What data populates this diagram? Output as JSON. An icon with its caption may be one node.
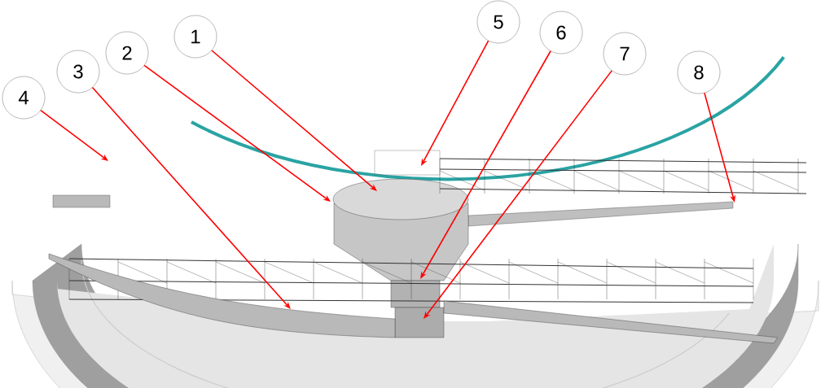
{
  "diagram": {
    "nodes": [
      {
        "text": [
          "1"
        ]
      },
      {
        "text": [
          "2"
        ]
      },
      {
        "text": [
          "3"
        ]
      },
      {
        "text": [
          "4"
        ]
      },
      {
        "text": [
          "5"
        ]
      },
      {
        "text": [
          "6"
        ]
      },
      {
        "text": [
          "7"
        ]
      },
      {
        "text": [
          "8"
        ]
      }
    ],
    "edges": [
      {
        "from": 0,
        "to": null,
        "arrow": "to",
        "color": "#ff0000"
      },
      {
        "from": 1,
        "to": null,
        "arrow": "to",
        "color": "#ff0000"
      },
      {
        "from": 2,
        "to": null,
        "arrow": "to",
        "color": "#ff0000"
      },
      {
        "from": 3,
        "to": null,
        "arrow": "to",
        "color": "#ff0000"
      },
      {
        "from": 4,
        "to": null,
        "arrow": "to",
        "color": "#ff0000"
      },
      {
        "from": 5,
        "to": null,
        "arrow": "to",
        "color": "#ff0000"
      },
      {
        "from": 6,
        "to": null,
        "arrow": "to",
        "color": "#ff0000"
      },
      {
        "from": 7,
        "to": null,
        "arrow": "to",
        "color": "#ff0000"
      }
    ]
  }
}
